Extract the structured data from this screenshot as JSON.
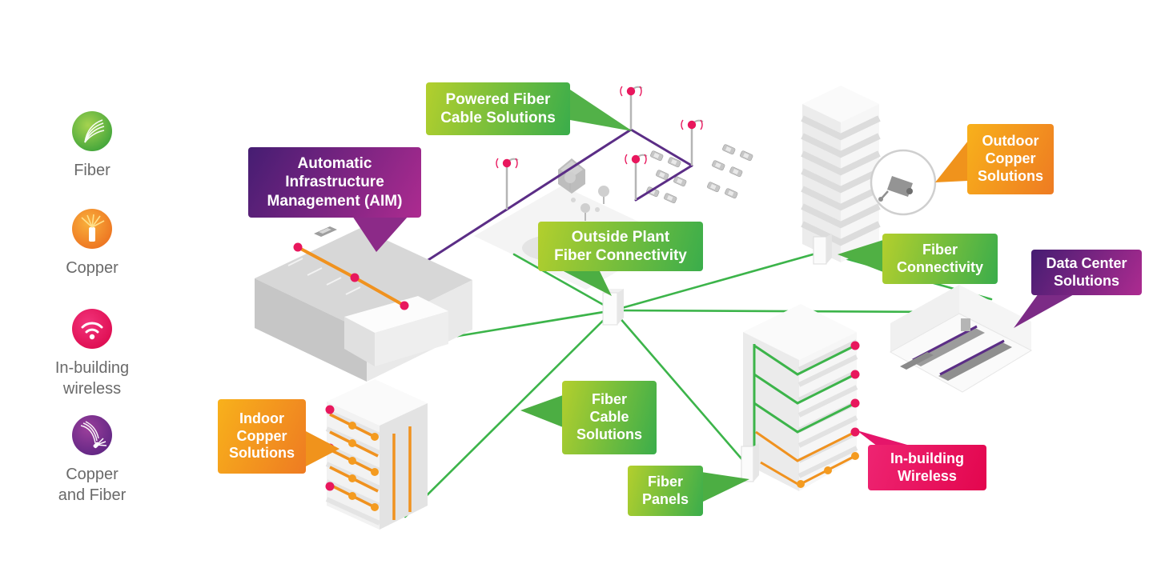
{
  "legend": {
    "items": [
      {
        "id": "fiber",
        "icon": "fiber-icon",
        "label": "Fiber",
        "color": "#3fa33c"
      },
      {
        "id": "copper",
        "icon": "copper-icon",
        "label": "Copper",
        "color": "#ee7c21"
      },
      {
        "id": "in-building-wireless",
        "icon": "in-building-wireless-icon",
        "label": "In-building\nwireless",
        "color": "#e8175d"
      },
      {
        "id": "copper-and-fiber",
        "icon": "copper-and-fiber-icon",
        "label": "Copper\nand Fiber",
        "color": "#6d2a88"
      }
    ]
  },
  "callouts": {
    "powered_fiber": {
      "label": "Powered Fiber\nCable Solutions",
      "category": "fiber"
    },
    "aim": {
      "label": "Automatic\nInfrastructure\nManagement (AIM)",
      "category": "copper-and-fiber"
    },
    "outdoor_copper": {
      "label": "Outdoor\nCopper\nSolutions",
      "category": "copper"
    },
    "outside_plant": {
      "label": "Outside Plant\nFiber Connectivity",
      "category": "fiber"
    },
    "fiber_connectivity": {
      "label": "Fiber\nConnectivity",
      "category": "fiber"
    },
    "data_center": {
      "label": "Data Center\nSolutions",
      "category": "copper-and-fiber"
    },
    "indoor_copper": {
      "label": "Indoor\nCopper\nSolutions",
      "category": "copper"
    },
    "fiber_cable": {
      "label": "Fiber\nCable\nSolutions",
      "category": "fiber"
    },
    "fiber_panels": {
      "label": "Fiber\nPanels",
      "category": "fiber"
    },
    "in_building_wireless": {
      "label": "In-building\nWireless",
      "category": "wireless"
    }
  },
  "colors": {
    "fiber_gradient_start": "#b3cf2d",
    "fiber_gradient_end": "#3aad4b",
    "copper_gradient_start": "#f8b11b",
    "copper_gradient_end": "#ee7b22",
    "purple_gradient_start": "#451d72",
    "purple_gradient_end": "#ad2b90",
    "wireless_gradient_start": "#ee2472",
    "wireless_gradient_end": "#e3064e",
    "fiber_line": "#3cb44a",
    "copper_line": "#f0921f",
    "powered_route_line": "#5b2d86",
    "wireless_dot": "#e8175d",
    "legend_text": "#6a6a6a"
  }
}
